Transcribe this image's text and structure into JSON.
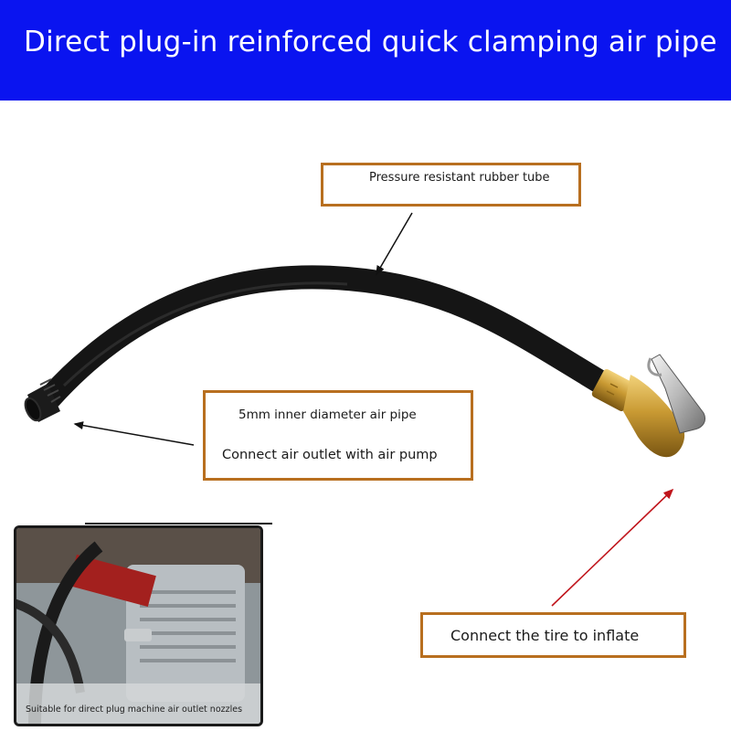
{
  "banner": {
    "title": "Direct plug-in reinforced quick clamping air pipe",
    "color": "#0a14f0"
  },
  "callouts": {
    "tube": "Pressure resistant rubber tube",
    "inner_diameter": "5mm inner diameter air pipe",
    "connect_outlet": "Connect air outlet with air pump",
    "connect_tire": "Connect the tire to inflate"
  },
  "inset": {
    "caption": "Suitable for direct plug machine air outlet nozzles"
  },
  "colors": {
    "callout_border": "#b86f1f",
    "arrow_black": "#111111",
    "arrow_red": "#c0151c",
    "hose": "#151515",
    "brass": "#c9a24a"
  }
}
